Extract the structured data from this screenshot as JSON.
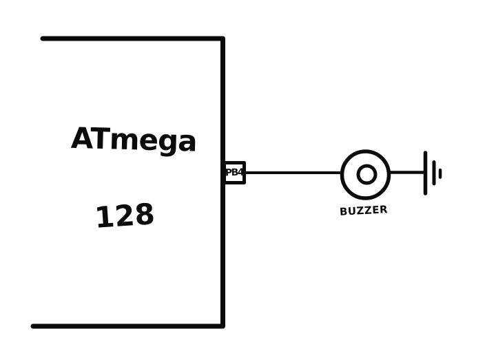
{
  "diagram": {
    "background_color": "#ffffff",
    "ink_color": "#0b0b0b",
    "chip": {
      "name": "ATmega 128",
      "label_line1": "ATmega",
      "label_line2": "128"
    },
    "pin": {
      "label": "PB4"
    },
    "buzzer": {
      "label": "BUZZER",
      "symbol": "buzzer-concentric-circles-icon"
    },
    "ground": {
      "symbol": "ground-icon"
    },
    "connections": [
      {
        "from": "PB4",
        "to": "BUZZER"
      },
      {
        "from": "BUZZER",
        "to": "GROUND"
      }
    ]
  }
}
